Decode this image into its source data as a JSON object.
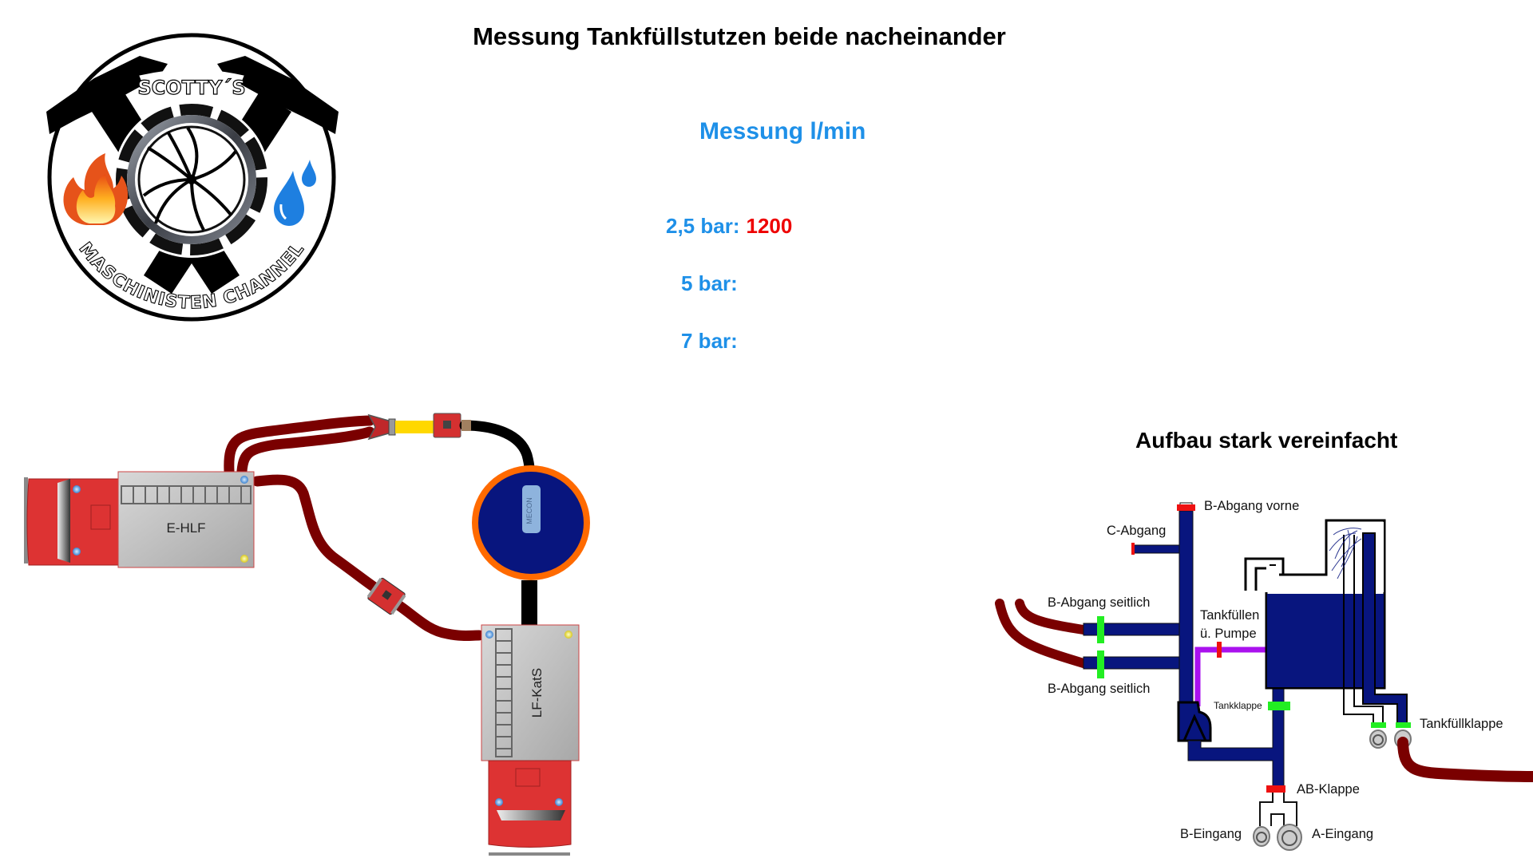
{
  "header": {
    "title": "Messung Tankfüllstutzen beide nacheinander",
    "subtitle": "Messung l/min"
  },
  "measurements": [
    {
      "label": "2,5 bar:",
      "value": "1200"
    },
    {
      "label": "5 bar:",
      "value": ""
    },
    {
      "label": "7 bar:",
      "value": ""
    }
  ],
  "logo": {
    "top_text": "SCOTTY´S",
    "bottom_text": "MASCHINISTEN CHANNEL",
    "icons": [
      "crossed-axes-icon",
      "pump-impeller-icon",
      "flame-icon",
      "water-drops-icon"
    ]
  },
  "setup": {
    "vehicle_1": "E-HLF",
    "vehicle_2": "LF-KatS",
    "tank_device_label": "MECON"
  },
  "schematic": {
    "title": "Aufbau stark vereinfacht",
    "labels": {
      "b_abgang_vorne": "B-Abgang vorne",
      "c_abgang": "C-Abgang",
      "b_abgang_seitlich_1": "B-Abgang seitlich",
      "b_abgang_seitlich_2": "B-Abgang seitlich",
      "tankfuellen_line1": "Tankfüllen",
      "tankfuellen_line2": "ü. Pumpe",
      "tankklappe": "Tankklappe",
      "tankfuellklappe": "Tankfüllklappe",
      "ab_klappe": "AB-Klappe",
      "b_eingang": "B-Eingang",
      "a_eingang": "A-Eingang"
    }
  },
  "colors": {
    "accent_blue": "#1e90e8",
    "value_red": "#ee0000",
    "pipe_blue": "#0a1a80",
    "hose_red": "#7a0000",
    "valve_open": "#22ee22",
    "valve_closed": "#ee1111",
    "purple_line": "#aa11ee",
    "tank_ring": "#ff6a00"
  }
}
